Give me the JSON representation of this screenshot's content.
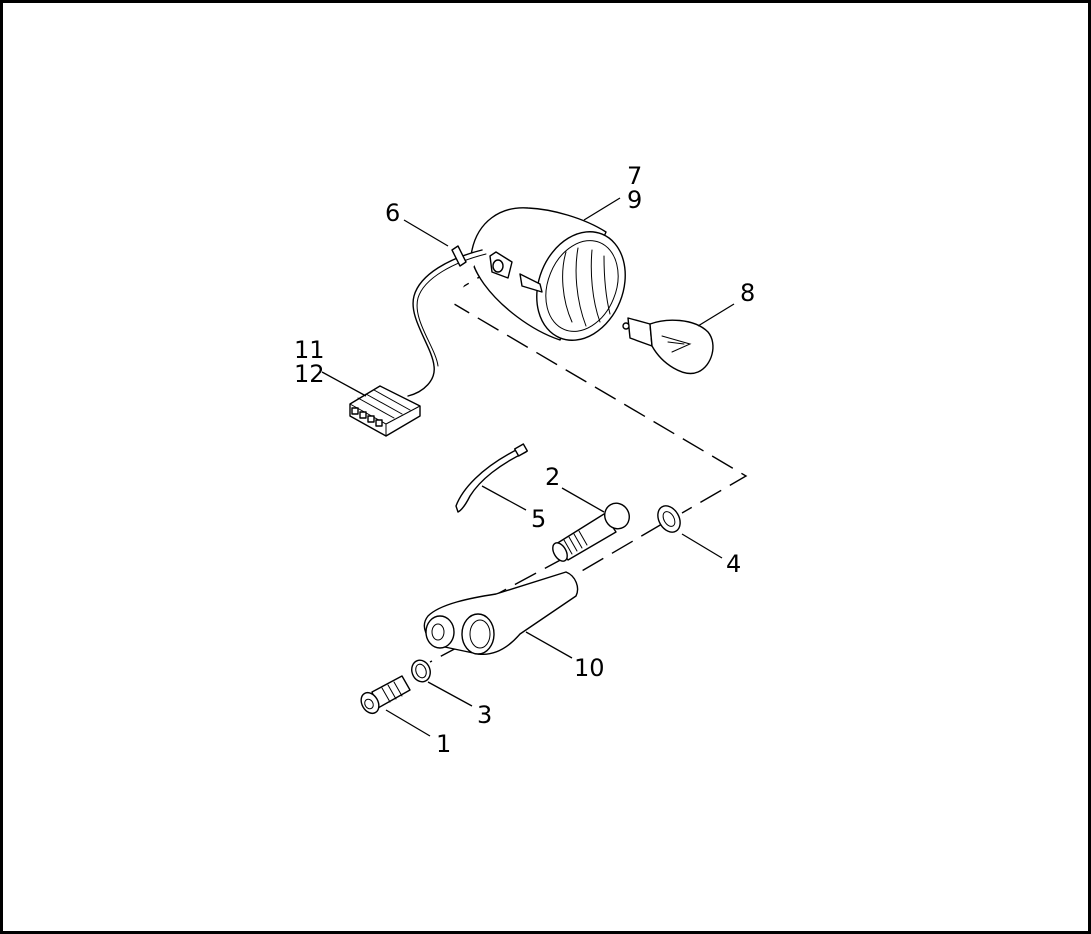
{
  "diagram": {
    "colors": {
      "line": "#000000",
      "background": "#ffffff"
    },
    "callouts": [
      {
        "id": "1",
        "text": "1"
      },
      {
        "id": "2",
        "text": "2"
      },
      {
        "id": "3",
        "text": "3"
      },
      {
        "id": "4",
        "text": "4"
      },
      {
        "id": "5",
        "text": "5"
      },
      {
        "id": "6",
        "text": "6"
      },
      {
        "id": "7",
        "text": "7"
      },
      {
        "id": "8",
        "text": "8"
      },
      {
        "id": "9",
        "text": "9"
      },
      {
        "id": "10",
        "text": "10"
      },
      {
        "id": "11",
        "text": "11"
      },
      {
        "id": "12",
        "text": "12"
      }
    ]
  }
}
